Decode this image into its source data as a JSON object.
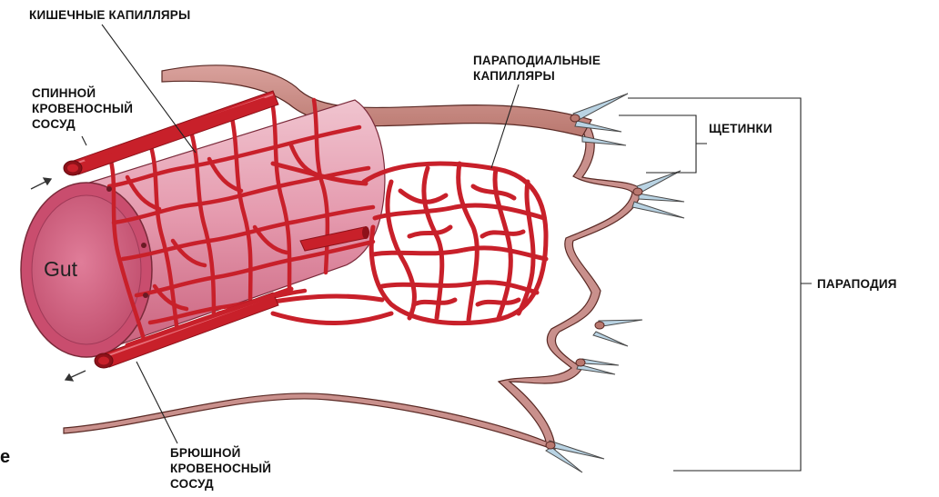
{
  "labels": {
    "intestinal_capillaries": "КИШЕЧНЫЕ КАПИЛЛЯРЫ",
    "dorsal_vessel": [
      "СПИННОЙ",
      "КРОВЕНОСНЫЙ",
      "СОСУД"
    ],
    "parapodial_capillaries": [
      "ПАРАПОДИАЛЬНЫЕ",
      "КАПИЛЛЯРЫ"
    ],
    "setae": "ЩЕТИНКИ",
    "parapodium": "ПАРАПОДИЯ",
    "ventral_vessel": [
      "БРЮШНОЙ",
      "КРОВЕНОСНЫЙ",
      "СОСУД"
    ],
    "gut": "Gut",
    "edge_letter": "e"
  },
  "colors": {
    "vessel": "#c8202a",
    "vessel_dark": "#8e1119",
    "gut_fill": "#d96a8a",
    "gut_light": "#eeb6c4",
    "gut_dark": "#b64767",
    "body_wall": "#c9908c",
    "outline": "#5a2a25",
    "seta": "#b9d3e3",
    "leader": "#222222"
  }
}
